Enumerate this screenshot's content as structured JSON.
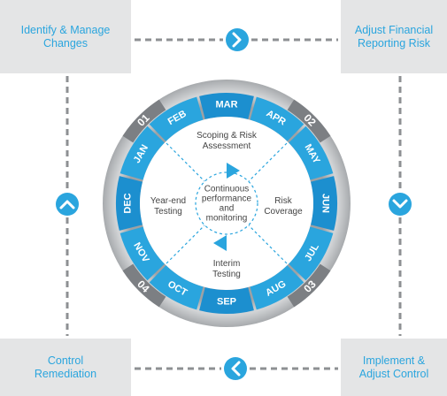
{
  "corners": {
    "top_left": "Identify & Manage\nChanges",
    "top_right": "Adjust Financial\nReporting Risk",
    "bottom_left": "Control\nRemediation",
    "bottom_right": "Implement &\nAdjust Control"
  },
  "months": [
    "MAR",
    "APR",
    "MAY",
    "JUN",
    "JUL",
    "AUG",
    "SEP",
    "OCT",
    "NOV",
    "DEC",
    "JAN",
    "FEB"
  ],
  "quarters": [
    "01",
    "02",
    "03",
    "04"
  ],
  "phases": {
    "top": "Scoping & Risk\nAssessment",
    "right": "Risk\nCoverage",
    "bottom": "Interim\nTesting",
    "left": "Year-end\nTesting"
  },
  "center": "Continuous\nperformance\nand\nmonitoring",
  "colors": {
    "accent": "#2aa5de",
    "light_blue": "#bfe6f6",
    "dark_blue": "#1c8fcf",
    "box_gray": "#e4e5e6",
    "dash_gray": "#8e9093"
  },
  "icons": {
    "right_arrow": "chevron-right-icon",
    "left_arrow": "chevron-left-icon",
    "up_arrow": "chevron-up-icon",
    "down_arrow": "chevron-down-icon"
  }
}
